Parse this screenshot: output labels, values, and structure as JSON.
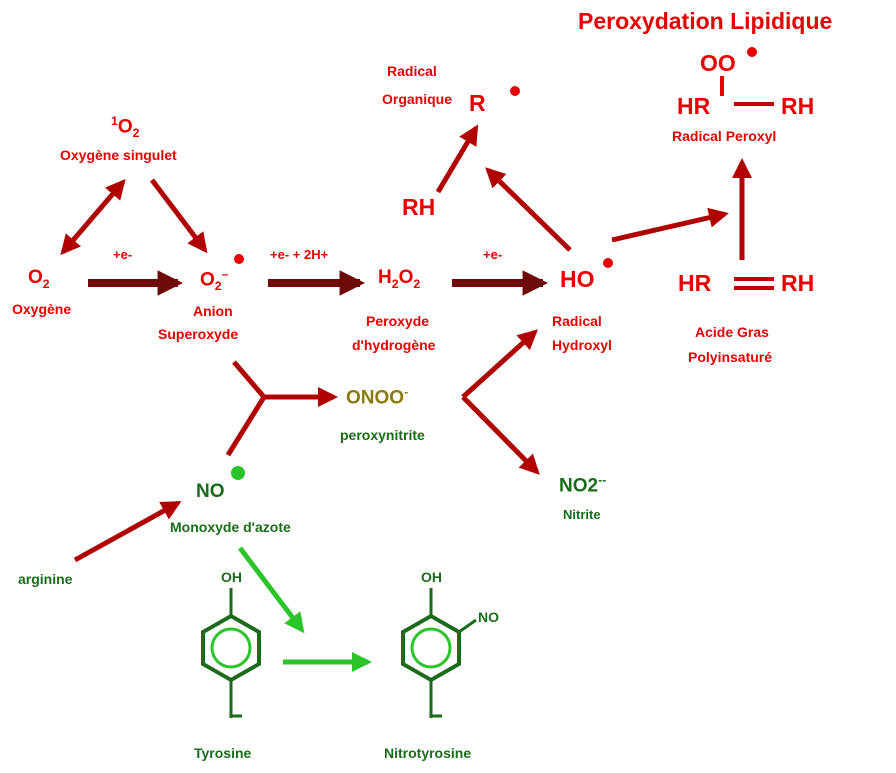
{
  "title": "Peroxydation Lipidique",
  "species": {
    "singlet_oxygen": {
      "sup": "1",
      "formula": "O",
      "sub": "2",
      "name": "Oxygène singulet"
    },
    "oxygen": {
      "formula": "O",
      "sub": "2",
      "name": "Oxygène"
    },
    "superoxide": {
      "formula": "O",
      "sub": "2",
      "charge": "–",
      "name_line1": "Anion",
      "name_line2": "Superoxyde"
    },
    "hydrogen_peroxide": {
      "f1": "H",
      "sub1": "2",
      "f2": "O",
      "sub2": "2",
      "name_line1": "Peroxyde",
      "name_line2": "d'hydrogène"
    },
    "hydroxyl": {
      "formula": "HO",
      "name_line1": "Radical",
      "name_line2": "Hydroxyl"
    },
    "organic_radical": {
      "formula": "R",
      "name_line1": "Radical",
      "name_line2": "Organique"
    },
    "rh": {
      "formula": "RH"
    },
    "peroxyl": {
      "oo": "OO",
      "left": "HR",
      "right": "RH",
      "name": "Radical Peroxyl"
    },
    "fatty_acid": {
      "left": "HR",
      "right": "RH",
      "name_line1": "Acide Gras",
      "name_line2": "Polyinsaturé"
    },
    "peroxynitrite": {
      "formula": "ONOO",
      "charge": "-",
      "name": "peroxynitrite"
    },
    "nitrite": {
      "formula": "NO2",
      "charge": "--",
      "name": "Nitrite"
    },
    "nitric_oxide": {
      "formula": "NO",
      "name": "Monoxyde d'azote"
    },
    "arginine": {
      "name": "arginine"
    },
    "tyrosine": {
      "oh": "OH",
      "name": "Tyrosine"
    },
    "nitrotyrosine": {
      "oh": "OH",
      "no": "NO",
      "name": "Nitrotyrosine"
    }
  },
  "reaction_labels": {
    "o2_to_superoxide": "+e-",
    "superoxide_to_h2o2": "+e- + 2H+",
    "h2o2_to_hydroxyl": "+e-"
  },
  "colors": {
    "red": "#e60000",
    "dark_red_arrow": "#b00000",
    "maroon_arrow": "#6e0a0a",
    "green_text": "#1a6b1a",
    "green_arrow": "#2bc42b",
    "olive": "#8a7a10"
  }
}
